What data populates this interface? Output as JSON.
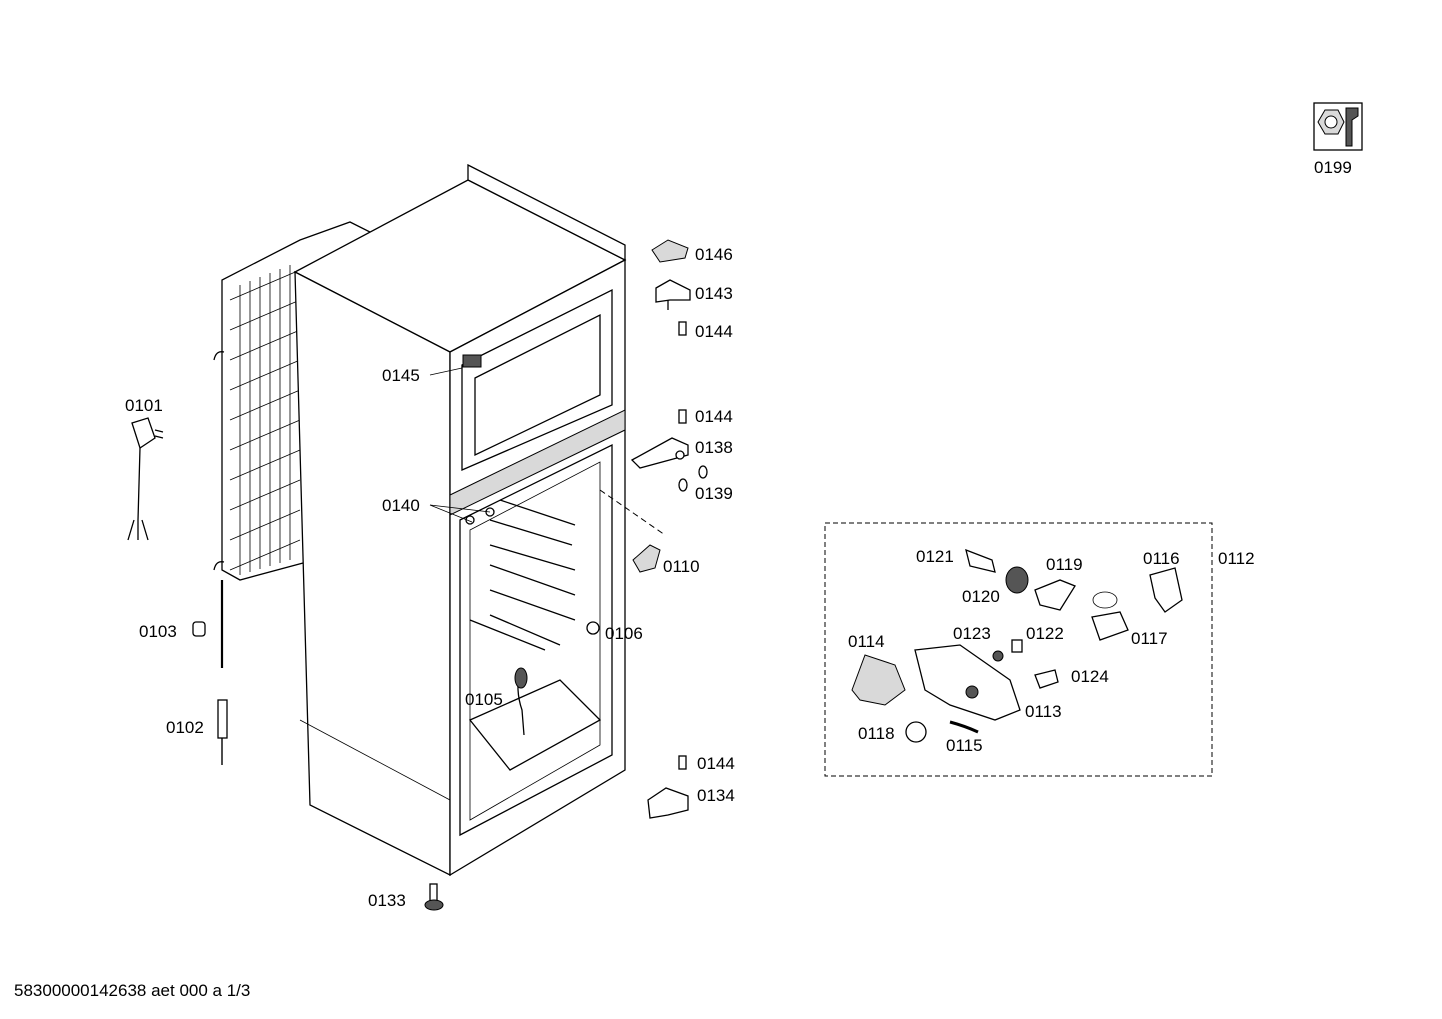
{
  "document_code": "58300000142638 aet 000 a 1/3",
  "part_labels": {
    "p0199": "0199",
    "p0146": "0146",
    "p0143": "0143",
    "p0144a": "0144",
    "p0145": "0145",
    "p0144b": "0144",
    "p0138": "0138",
    "p0139": "0139",
    "p0140": "0140",
    "p0110": "0110",
    "p0101": "0101",
    "p0103": "0103",
    "p0106": "0106",
    "p0105": "0105",
    "p0102": "0102",
    "p0144c": "0144",
    "p0134": "0134",
    "p0133": "0133",
    "p0112": "0112",
    "p0121": "0121",
    "p0119": "0119",
    "p0116": "0116",
    "p0120": "0120",
    "p0114": "0114",
    "p0123": "0123",
    "p0122": "0122",
    "p0117": "0117",
    "p0124": "0124",
    "p0113": "0113",
    "p0118": "0118",
    "p0115": "0115"
  },
  "icons": {
    "service_kit": "wrench-nut-icon"
  }
}
